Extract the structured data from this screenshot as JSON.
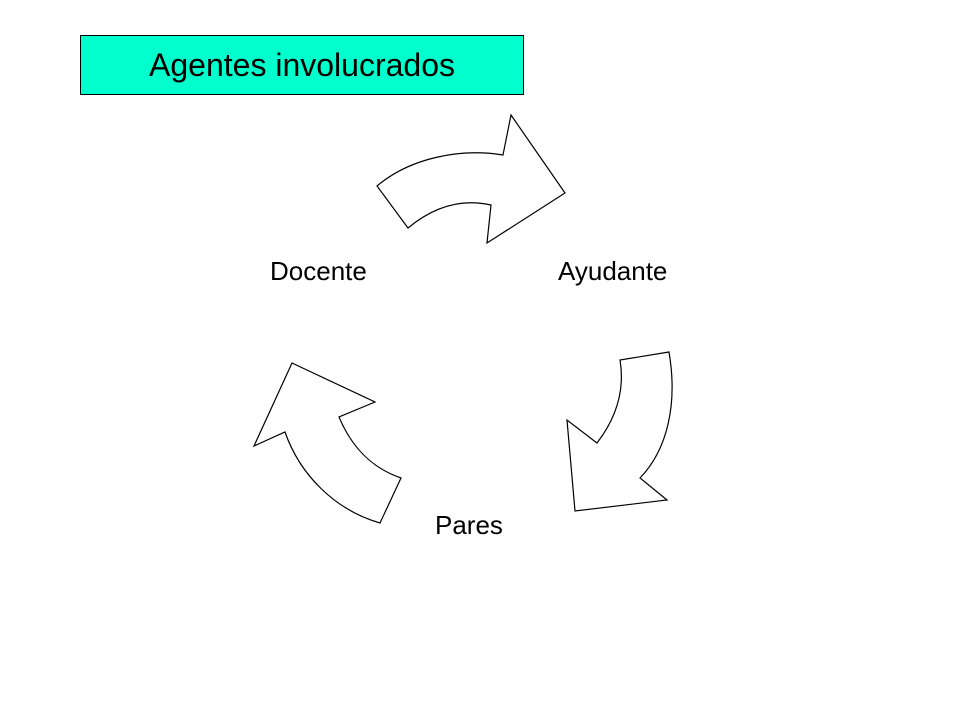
{
  "title": {
    "text": "Agentes involucrados",
    "background": "#00FFCC"
  },
  "diagram": {
    "type": "cycle",
    "direction": "clockwise",
    "nodes": [
      {
        "id": "docente",
        "label": "Docente"
      },
      {
        "id": "ayudante",
        "label": "Ayudante"
      },
      {
        "id": "pares",
        "label": "Pares"
      }
    ],
    "edges": [
      {
        "from": "docente",
        "to": "ayudante"
      },
      {
        "from": "ayudante",
        "to": "pares"
      },
      {
        "from": "pares",
        "to": "docente"
      }
    ],
    "arrow_fill": "#FFFFFF",
    "arrow_stroke": "#000000"
  }
}
